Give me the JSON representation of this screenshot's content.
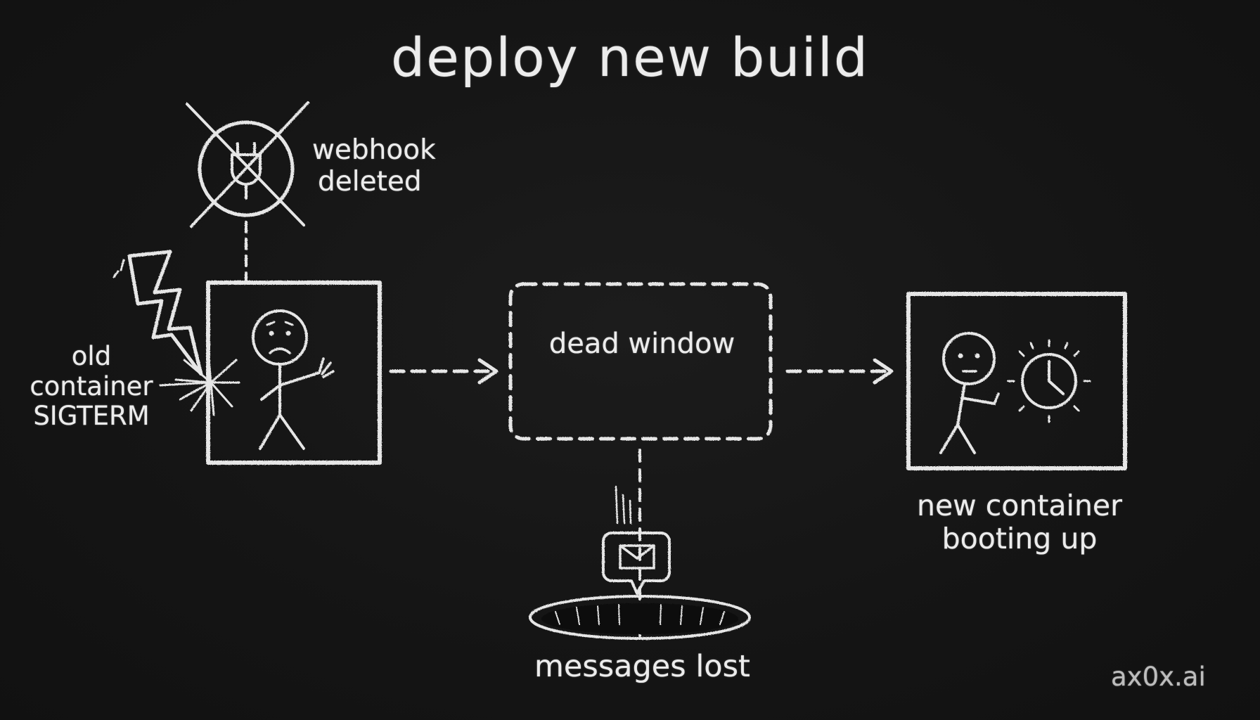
{
  "title": "deploy new build",
  "labels": {
    "webhook": [
      "webhook",
      "deleted"
    ],
    "old_container": [
      "old",
      "container",
      "SIGTERM"
    ],
    "dead_window": "dead window",
    "new_container": [
      "new container",
      "booting up"
    ],
    "messages_lost": "messages lost"
  },
  "watermark": "ax0x.ai",
  "colors": {
    "background": "#141414",
    "chalk": "#e8e8e8"
  },
  "icons": [
    "plug-icon",
    "lightning-bolt-icon",
    "sad-stick-figure-icon",
    "neutral-stick-figure-icon",
    "clock-icon",
    "envelope-message-icon",
    "hole-icon"
  ]
}
